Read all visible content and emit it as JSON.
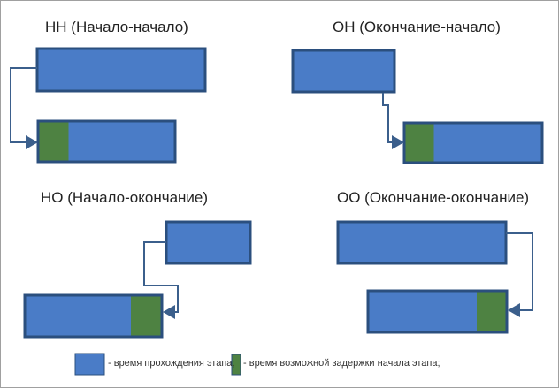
{
  "titles": {
    "ss": "НН (Начало-начало)",
    "fs": "ОН (Окончание-начало)",
    "sf": "НО (Начало-окончание)",
    "ff": "ОО (Окончание-окончание)"
  },
  "legend": {
    "duration": "- время прохождения этапа;",
    "lag": "- время возможной задержки начала этапа;"
  },
  "colors": {
    "task": "#4a7cc7",
    "lag": "#4e8242",
    "border": "#2b4f7e",
    "connector": "#3b5f8c"
  }
}
